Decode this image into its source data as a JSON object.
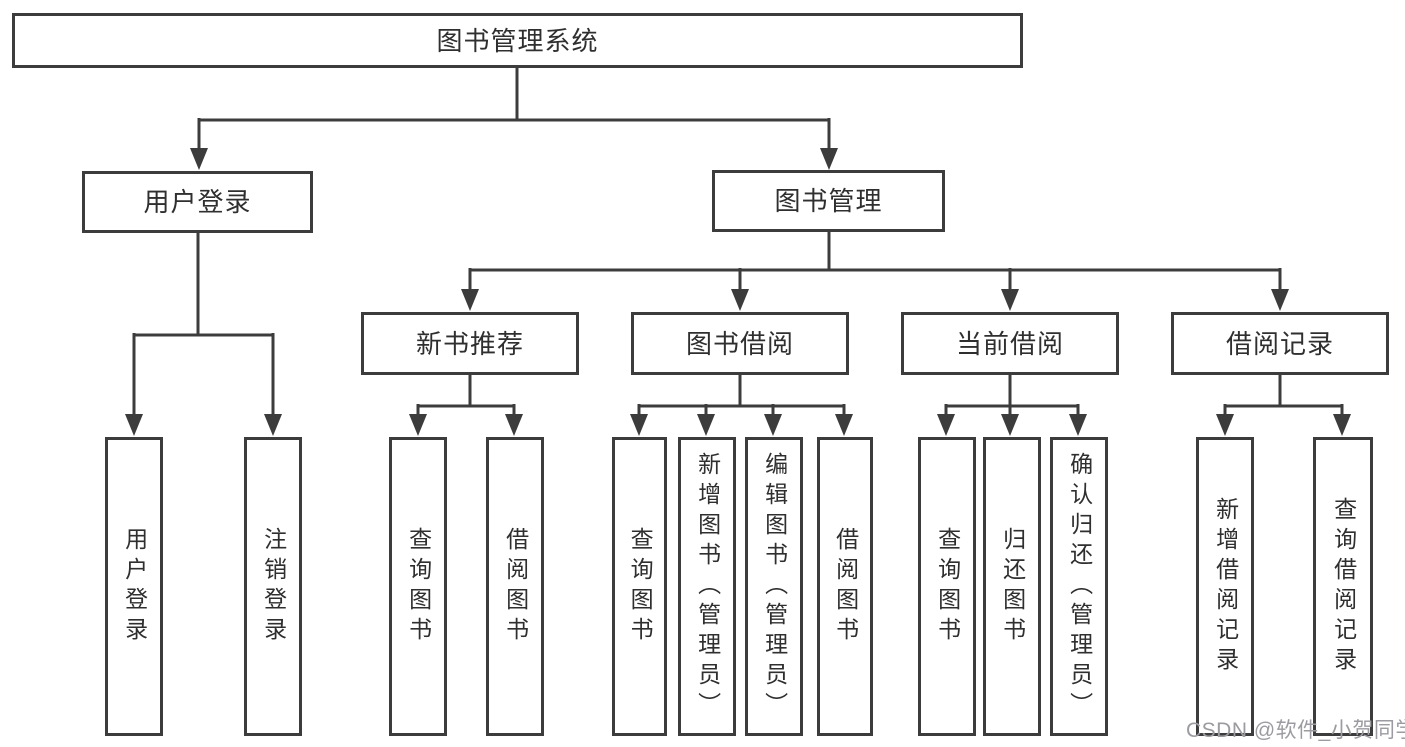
{
  "colors": {
    "line": "#3c3c3c",
    "text": "#2f2f2f",
    "background": "#ffffff",
    "watermark": "#9b9ba1"
  },
  "root": {
    "label": "图书管理系统"
  },
  "user_login": {
    "label": "用户登录",
    "children": {
      "login": "用户登录",
      "logout": "注销登录"
    }
  },
  "book_mgmt": {
    "label": "图书管理"
  },
  "new_books": {
    "label": "新书推荐",
    "children": {
      "query": "查询图书",
      "borrow": "借阅图书"
    }
  },
  "borrowing": {
    "label": "图书借阅",
    "children": {
      "query": "查询图书",
      "add": "新增图书（管理员）",
      "edit": "编辑图书（管理员）",
      "borrow": "借阅图书"
    }
  },
  "current": {
    "label": "当前借阅",
    "children": {
      "query": "查询图书",
      "return": "归还图书",
      "confirm": "确认归还（管理员）"
    }
  },
  "records": {
    "label": "借阅记录",
    "children": {
      "add": "新增借阅记录",
      "query": "查询借阅记录"
    }
  },
  "watermark": {
    "text": "CSDN @软件_小贺同学"
  }
}
